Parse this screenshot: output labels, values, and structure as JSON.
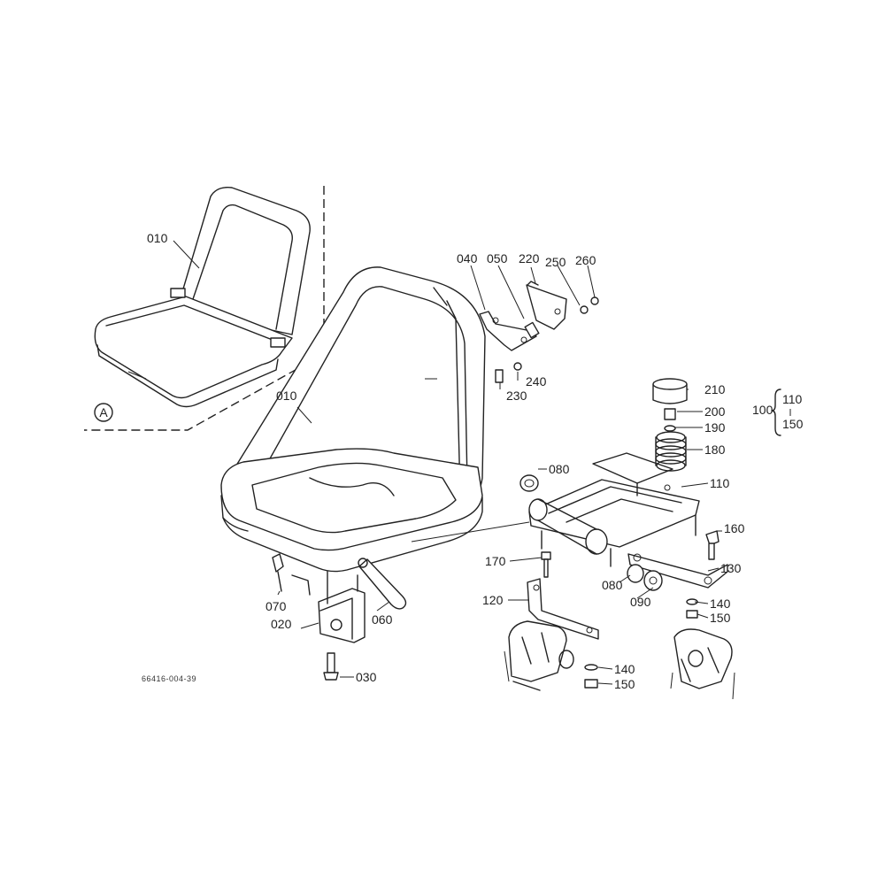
{
  "diagram": {
    "ref_code": "66416-004-39",
    "view_marker": "A",
    "parts": {
      "p010_small": "010",
      "p010_main": "010",
      "p020": "020",
      "p030": "030",
      "p040": "040",
      "p050": "050",
      "p060": "060",
      "p070": "070",
      "p080_top": "080",
      "p080_bottom": "080",
      "p090": "090",
      "p110": "110",
      "p120": "120",
      "p130": "130",
      "p140_right": "140",
      "p140_bottom": "140",
      "p150_right": "150",
      "p150_bottom": "150",
      "p160": "160",
      "p170": "170",
      "p180": "180",
      "p190": "190",
      "p200": "200",
      "p210": "210",
      "p220": "220",
      "p230": "230",
      "p240": "240",
      "p250": "250",
      "p260": "260"
    },
    "assembly_group": {
      "parent": "100",
      "child_top": "110",
      "child_bottom": "150"
    }
  }
}
